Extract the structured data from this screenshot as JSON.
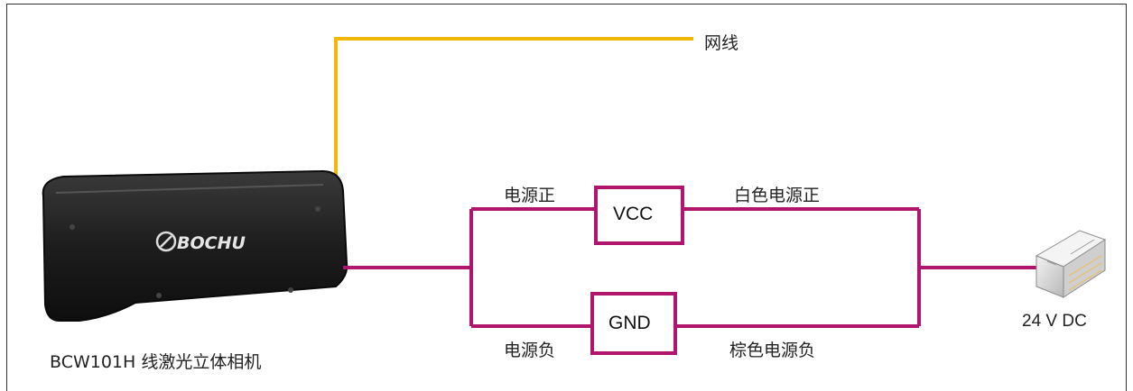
{
  "labels": {
    "network_cable": "网线",
    "power_positive": "电源正",
    "power_negative": "电源负",
    "white_power_positive": "白色电源正",
    "brown_power_negative": "棕色电源负",
    "vcc": "VCC",
    "gnd": "GND",
    "camera_caption": "BCW101H 线激光立体相机",
    "power_supply": "24 V DC",
    "brand_logo": "BOCHU"
  },
  "colors": {
    "network_cable": "#f2b705",
    "power_wire": "#b0166e",
    "camera_body": "#1f1f1f",
    "frame": "#333333"
  }
}
